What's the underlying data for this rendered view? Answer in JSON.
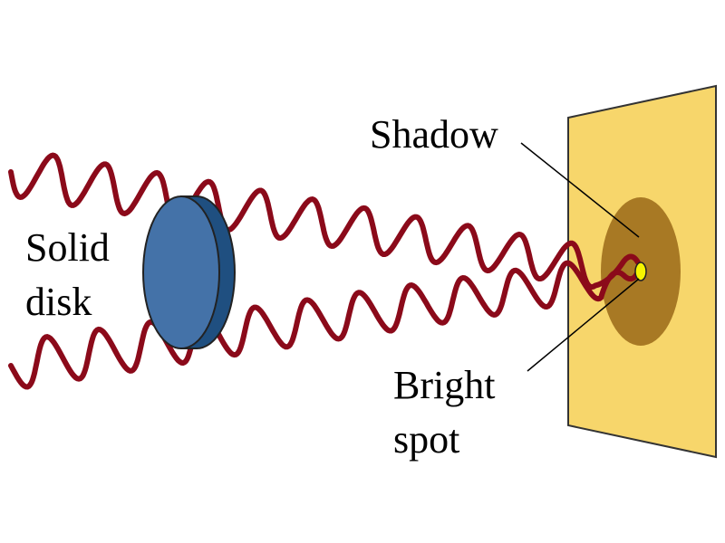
{
  "labels": {
    "disk_line1": "Solid",
    "disk_line2": "disk",
    "shadow": "Shadow",
    "bright_line1": "Bright",
    "bright_line2": "spot"
  },
  "colors": {
    "wave": "#8b0a1a",
    "disk_face": "#4472a8",
    "disk_edge": "#1f4f80",
    "screen": "#f7d66b",
    "shadow": "#a87924",
    "bright_spot": "#f5f500"
  }
}
